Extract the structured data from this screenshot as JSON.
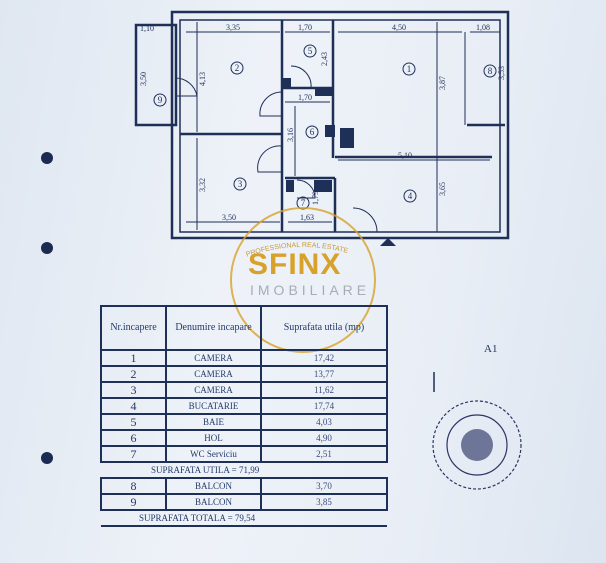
{
  "plan": {
    "rooms": [
      "1",
      "2",
      "3",
      "4",
      "5",
      "6",
      "7",
      "8",
      "9"
    ],
    "dimensions": {
      "balcony9_width": "1,10",
      "balcony9_height": "3,50",
      "room2_width": "3,35",
      "room2_height": "4,13",
      "room5_width": "1,70",
      "room5_height": "2,43",
      "hall_width": "1,70",
      "hall_height": "3,16",
      "room3_width": "3,50",
      "room3_height": "3,32",
      "wc_width": "1,63",
      "wc_height": "1,79",
      "room1_width": "4,50",
      "room1_height": "3,87",
      "balcony8_width": "1,08",
      "balcony8_height": "3,53",
      "room4_width": "5,10",
      "room4_height": "3,65"
    },
    "north_label": "A1"
  },
  "watermark": {
    "brand": "SFINX",
    "sub": "IMOBILIARE",
    "arc": "PROFESSIONAL REAL ESTATE",
    "gold": "#d7a12a"
  },
  "table": {
    "headers": [
      "Nr.incapere",
      "Denumire incapare",
      "Suprafata utila (mp)"
    ],
    "rows": [
      {
        "nr": "1",
        "name": "CAMERA",
        "area": "17,42"
      },
      {
        "nr": "2",
        "name": "CAMERA",
        "area": "13,77"
      },
      {
        "nr": "3",
        "name": "CAMERA",
        "area": "11,62"
      },
      {
        "nr": "4",
        "name": "BUCATARIE",
        "area": "17,74"
      },
      {
        "nr": "5",
        "name": "BAIE",
        "area": "4,03"
      },
      {
        "nr": "6",
        "name": "HOL",
        "area": "4,90"
      },
      {
        "nr": "7",
        "name": "WC Serviciu",
        "area": "2,51"
      }
    ],
    "utila_label": "SUPRAFATA UTILA =",
    "utila_value": "71,99",
    "balcony_rows": [
      {
        "nr": "8",
        "name": "BALCON",
        "area": "3,70"
      },
      {
        "nr": "9",
        "name": "BALCON",
        "area": "3,85"
      }
    ],
    "totala_label": "SUPRAFATA TOTALA =",
    "totala_value": "79,54"
  }
}
